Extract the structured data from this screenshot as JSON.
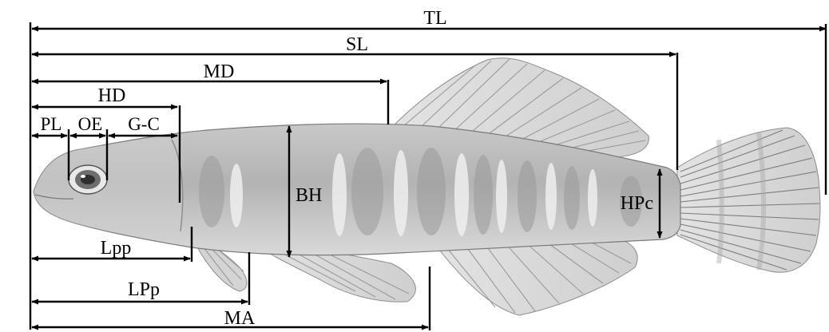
{
  "figure": {
    "subject": "fish",
    "measurements": [
      {
        "key": "TL",
        "label": "TL"
      },
      {
        "key": "SL",
        "label": "SL"
      },
      {
        "key": "MD",
        "label": "MD"
      },
      {
        "key": "HD",
        "label": "HD"
      },
      {
        "key": "PL",
        "label": "PL"
      },
      {
        "key": "OE",
        "label": "OE"
      },
      {
        "key": "GC",
        "label": "G-C"
      },
      {
        "key": "BH",
        "label": "BH"
      },
      {
        "key": "HPc",
        "label": "HPc"
      },
      {
        "key": "Lpp",
        "label": "Lpp"
      },
      {
        "key": "LPp",
        "label": "LPp"
      },
      {
        "key": "MA",
        "label": "MA"
      }
    ]
  }
}
